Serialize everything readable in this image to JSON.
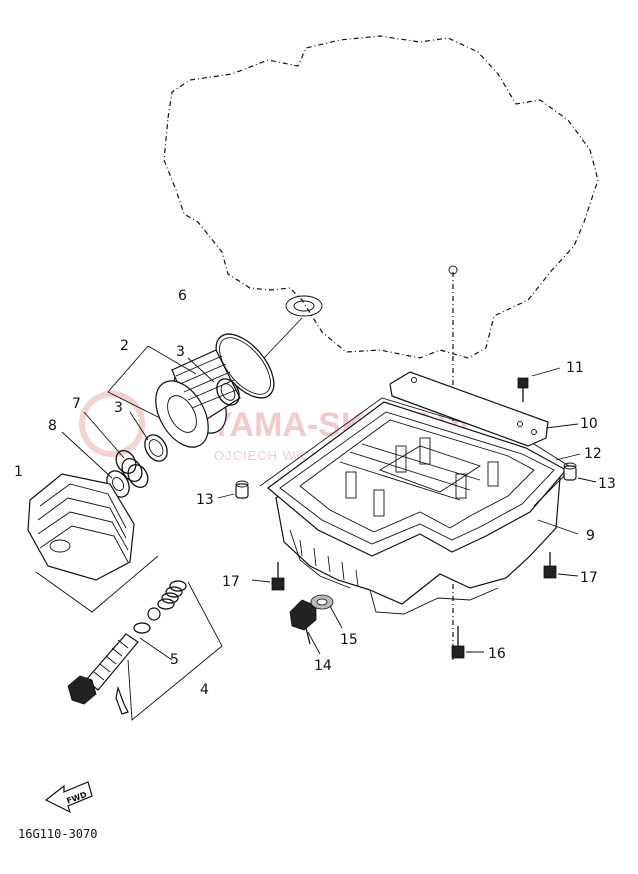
{
  "diagram": {
    "part_code": "16G110-3070",
    "direction_arrow_label": "FWD",
    "watermark": {
      "main": "YAMA-SKLEP.PL",
      "sub": "OJCIECH WICHROWSKI"
    },
    "callouts": [
      "1",
      "2",
      "3",
      "3",
      "4",
      "5",
      "6",
      "7",
      "8",
      "9",
      "10",
      "11",
      "12",
      "13",
      "13",
      "14",
      "15",
      "16",
      "17",
      "17"
    ]
  }
}
